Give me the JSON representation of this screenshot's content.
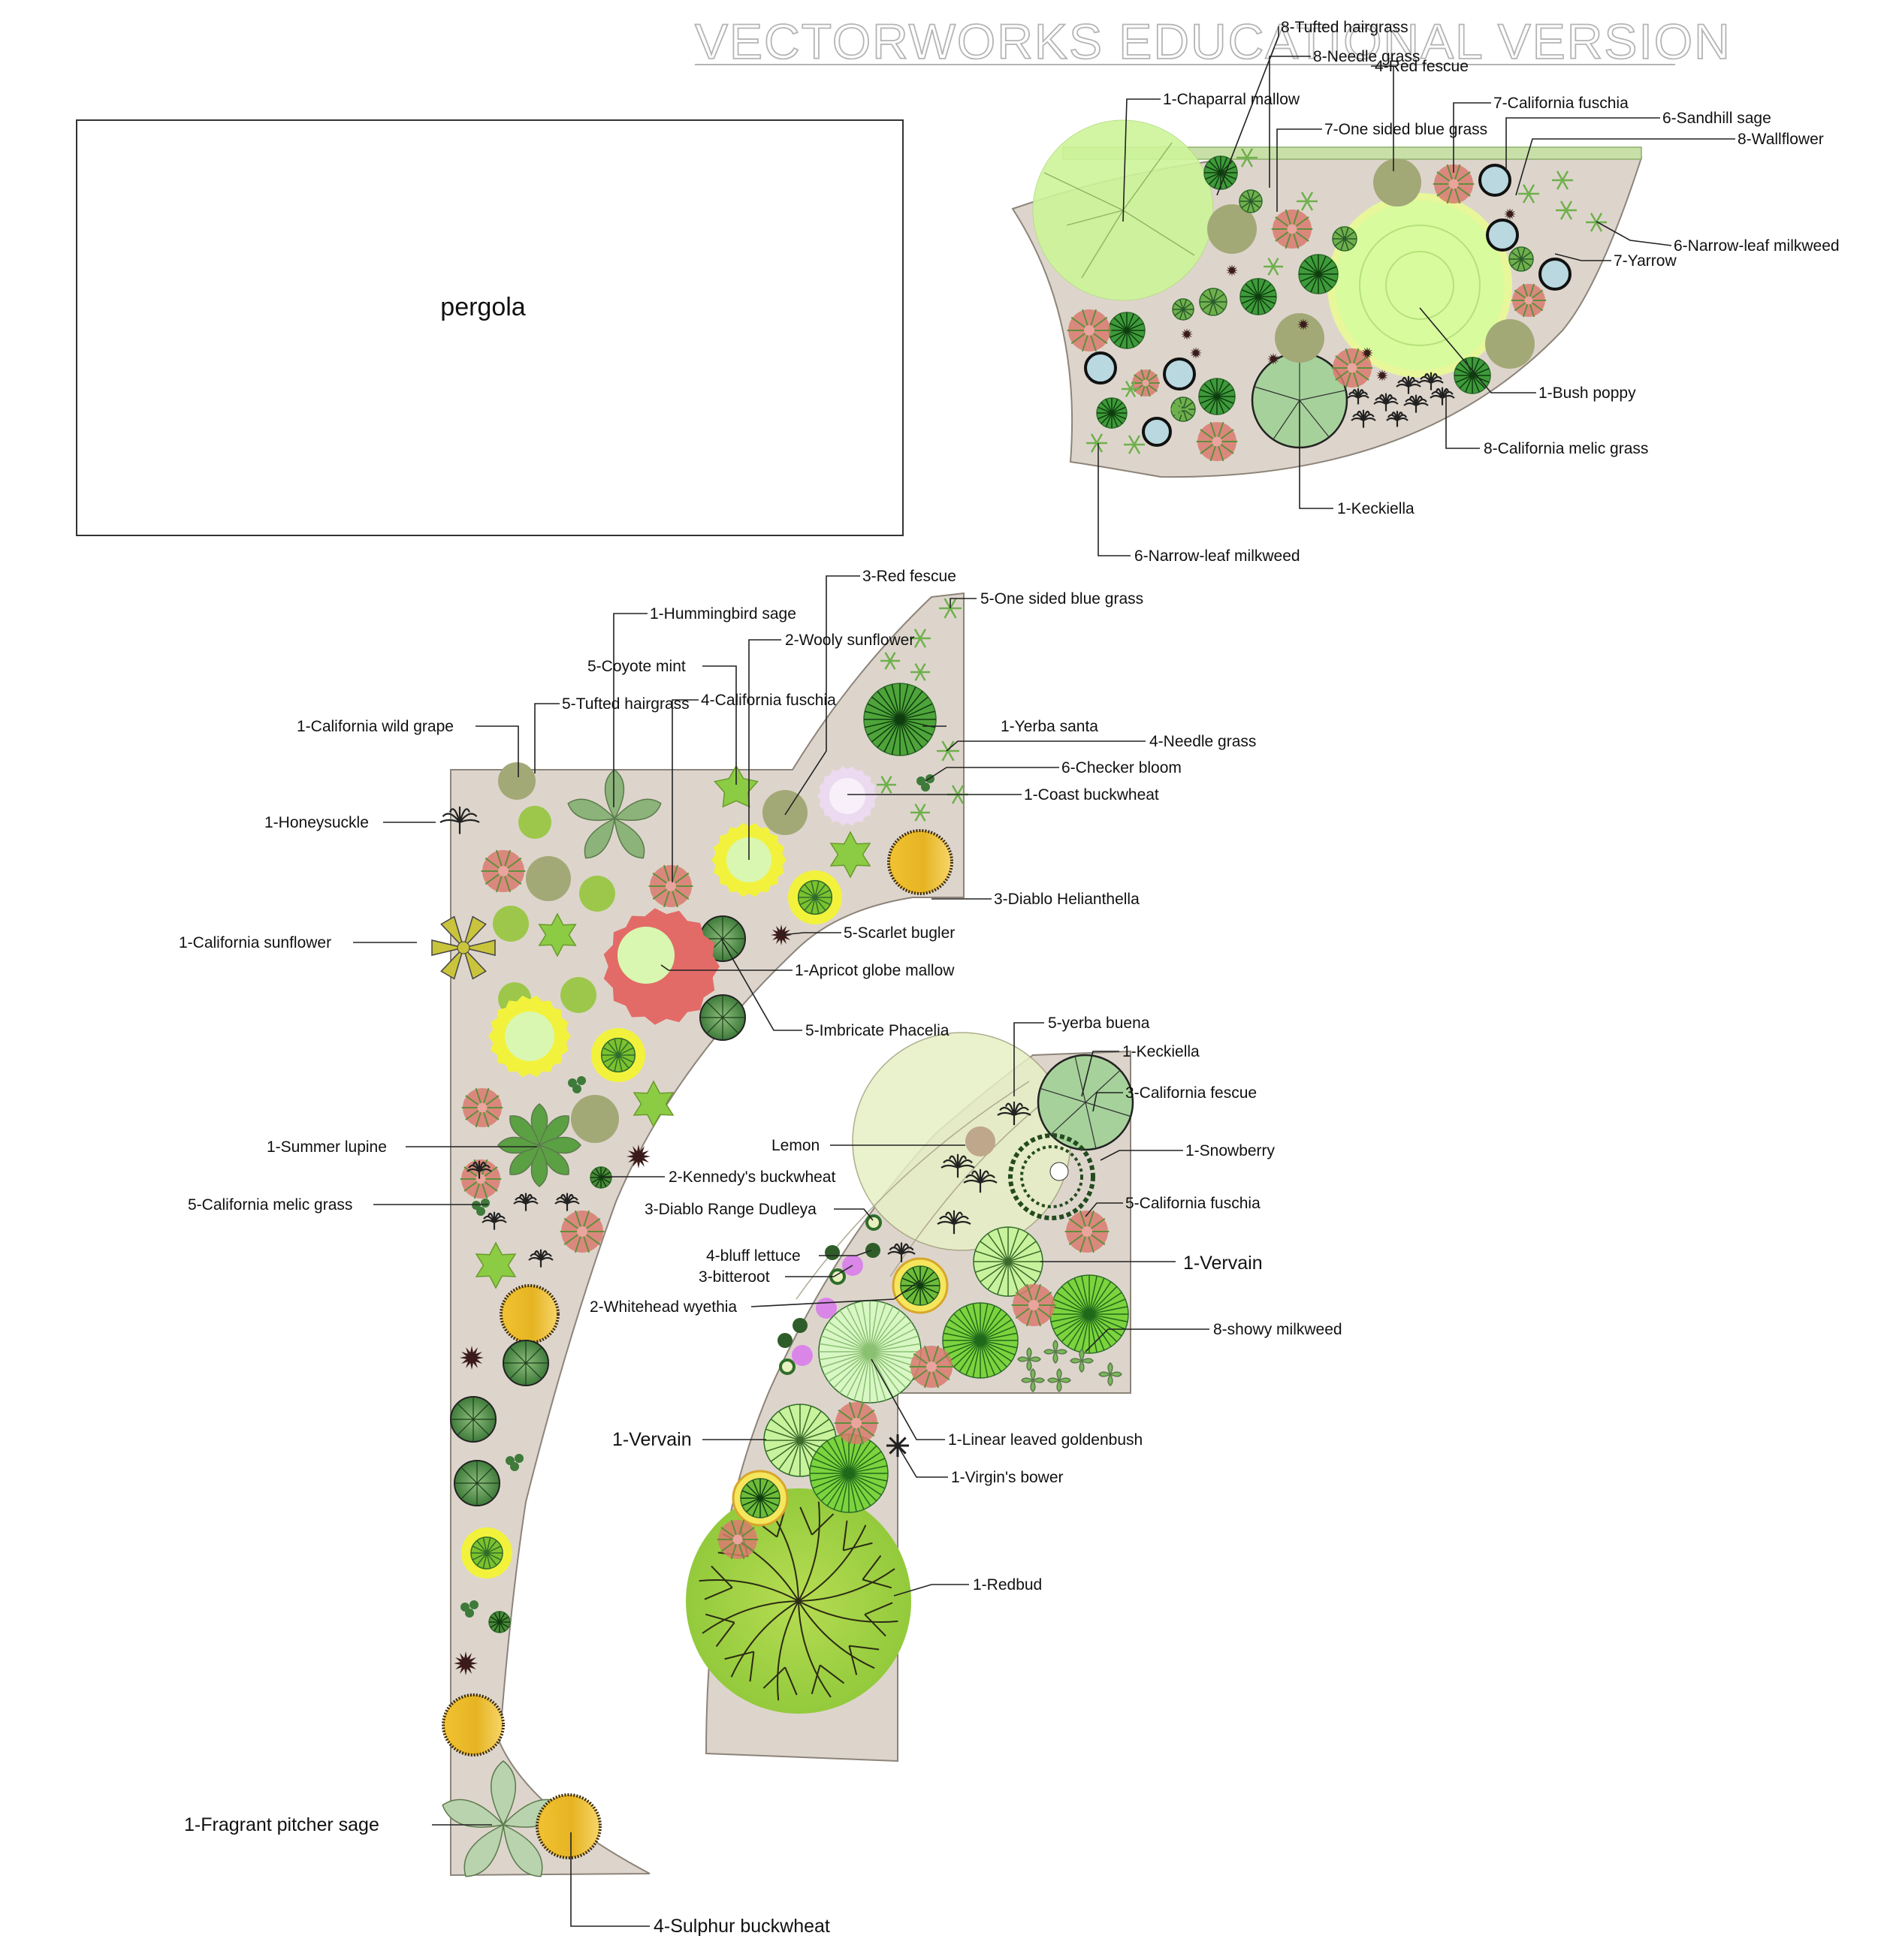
{
  "watermark": "VECTORWORKS EDUCATIONAL VERSION",
  "pergola_label": "pergola",
  "colors": {
    "bed": "#ddd5cc",
    "bed_edge": "#8c8479",
    "olive": "#a3a877",
    "lime": "#9dc74b",
    "dark_green": "#3c7a35",
    "yellow_glow": "#f2f23c",
    "gold": "#e6b422",
    "salmon": "#e36b67",
    "pink_leaf": "#d97a6f",
    "light_blue": "#b9d8e0",
    "pale_green": "#c9f29a",
    "violet": "#d986e8"
  },
  "labels": {
    "top_bed": {
      "tufted_hairgrass": "8-Tufted hairgrass",
      "needle_grass": "8-Needle grass",
      "red_fescue": "4-Red fescue",
      "chaparral_mallow": "1-Chaparral mallow",
      "california_fuschia": "7-California fuschia",
      "sandhill_sage": "6-Sandhill sage",
      "one_sided_blue_grass": "7-One sided blue grass",
      "wallflower": "8-Wallflower",
      "narrow_leaf_milkweed_right": "6-Narrow-leaf milkweed",
      "yarrow": "7-Yarrow",
      "bush_poppy": "1-Bush poppy",
      "california_melic_grass": "8-California melic grass",
      "keckiella": "1-Keckiella",
      "narrow_leaf_milkweed_bottom": "6-Narrow-leaf milkweed"
    },
    "left_bed": {
      "red_fescue": "3-Red fescue",
      "one_sided_blue_grass": "5-One sided blue grass",
      "hummingbird_sage": "1-Hummingbird sage",
      "wooly_sunflower": "2-Wooly sunflower",
      "coyote_mint": "5-Coyote mint",
      "tufted_hairgrass": "5-Tufted hairgrass",
      "california_fuschia": "4-California fuschia",
      "california_wild_grape": "1-California wild grape",
      "yerba_santa": "1-Yerba santa",
      "needle_grass": "4-Needle grass",
      "checker_bloom": "6-Checker bloom",
      "coast_buckwheat": "1-Coast buckwheat",
      "honeysuckle": "1-Honeysuckle",
      "diablo_helianthella": "3-Diablo Helianthella",
      "scarlet_bugler": "5-Scarlet bugler",
      "california_sunflower": "1-California sunflower",
      "apricot_globe_mallow": "1-Apricot globe mallow",
      "imbricate_phacelia": "5-Imbricate Phacelia",
      "summer_lupine": "1-Summer lupine",
      "kennedys_buckwheat": "2-Kennedy's buckwheat",
      "california_melic_grass": "5-California melic grass",
      "fragrant_pitcher_sage": "1-Fragrant pitcher sage",
      "sulphur_buckwheat": "4-Sulphur buckwheat"
    },
    "right_bed": {
      "yerba_buena": "5-yerba buena",
      "keckiella": "1-Keckiella",
      "california_fescue": "3-California fescue",
      "lemon": "Lemon",
      "snowberry": "1-Snowberry",
      "diablo_range_dudleya": "3-Diablo Range Dudleya",
      "california_fuschia": "5-California fuschia",
      "bluff_lettuce": "4-bluff lettuce",
      "bitteroot": "3-bitteroot",
      "vervain_right": "1-Vervain",
      "whitehead_wyethia": "2-Whitehead wyethia",
      "showy_milkweed": "8-showy milkweed",
      "vervain_left": "1-Vervain",
      "linear_leaved_goldenbush": "1-Linear leaved goldenbush",
      "virgins_bower": "1-Virgin's bower",
      "redbud": "1-Redbud"
    }
  }
}
